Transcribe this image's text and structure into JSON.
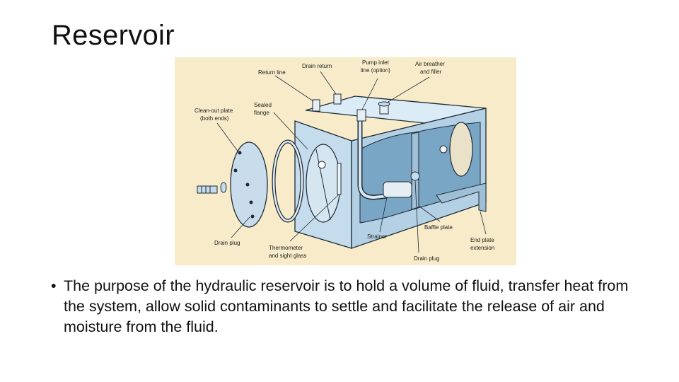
{
  "slide": {
    "title": "Reservoir",
    "bullets": [
      "The purpose of the hydraulic reservoir is to hold a volume of fluid, transfer heat from the system, allow solid contaminants to settle and facilitate the release of air and moisture from the fluid."
    ],
    "bullet_glyph": "•"
  },
  "diagram": {
    "labels": {
      "return_line": "Return line",
      "drain_return": "Drain return",
      "pump_inlet_1": "Pump inlet",
      "pump_inlet_2": "line (option)",
      "air_breather_1": "Air breather",
      "air_breather_2": "and filler",
      "sealed_flange_1": "Sealed",
      "sealed_flange_2": "flange",
      "cleanout_1": "Clean-out plate",
      "cleanout_2": "(both ends)",
      "drain_plug_left": "Drain plug",
      "thermometer_1": "Thermometer",
      "thermometer_2": "and sight glass",
      "strainer": "Strainer",
      "baffle_plate": "Baffle plate",
      "drain_plug_bottom": "Drain plug",
      "end_plate_1": "End plate",
      "end_plate_2": "extension"
    },
    "colors": {
      "background": "#f7ebc9",
      "tank": "#c4dcec",
      "fluid": "#7aa6c6",
      "outline": "#1e2a36"
    }
  }
}
